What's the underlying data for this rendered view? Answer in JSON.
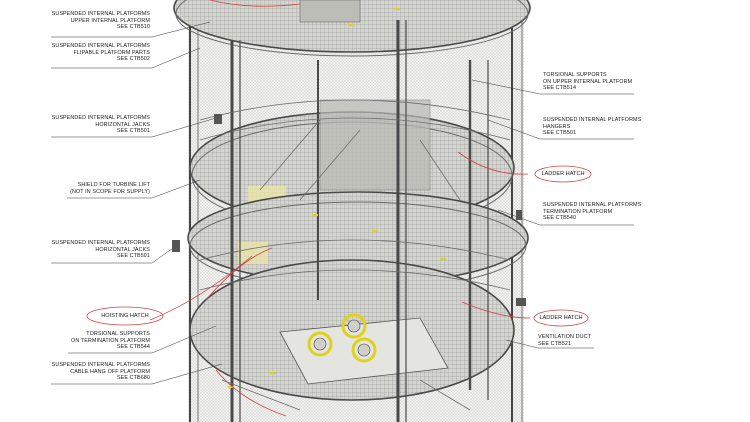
{
  "callouts": {
    "upper_platform": [
      "SUSPENDED INTERNAL PLATFORMS",
      "UPPER INTERNAL PLATFORM",
      "SEE CTB510"
    ],
    "flipable_parts": [
      "SUSPENDED INTERNAL PLATFORMS",
      "FLIPABLE PLATFORM PARTS",
      "SEE CTB502"
    ],
    "horizontal_jacks_1": [
      "SUSPENDED INTERNAL PLATFORMS",
      "HORIZONTAL JACKS",
      "SEE CTB501"
    ],
    "shield": [
      "SHIELD FOR TURBINE LIFT",
      "(NOT IN SCOPE FOR SUPPLY)"
    ],
    "horizontal_jacks_2": [
      "SUSPENDED INTERNAL PLATFORMS",
      "HORIZONTAL JACKS",
      "SEE CTB501"
    ],
    "hoisting_hatch": "HOISTING HATCH",
    "torsional_termination": [
      "TORSIONAL SUPPORTS",
      "ON TERMINATION PLATFORM",
      "SEE CTB544"
    ],
    "cable_hang_off": [
      "SUSPENDED INTERNAL PLATFORMS",
      "CABLE HANG OFF PLATFORM",
      "SEE CTB680"
    ],
    "torsional_upper": [
      "TORSIONAL SUPPORTS",
      "ON UPPER INTERNAL PLATFORM",
      "SEE CTB514"
    ],
    "hangers": [
      "SUSPENDED INTERNAL PLATFORMS",
      "HANGERS",
      "SEE CTB501"
    ],
    "ladder_hatch_1": "LADDER HATCH",
    "termination_platform": [
      "SUSPENDED INTERNAL PLATFORMS",
      "TERMINATION PLATFORM",
      "SEE CTB540"
    ],
    "ladder_hatch_2": "LADDER HATCH",
    "ventilation_duct": [
      "VENTILATION DUCT",
      "SEE CTB521"
    ]
  },
  "colors": {
    "steel": "#9a9a9a",
    "steel_dark": "#555555",
    "grating": "#c9c9c6",
    "highlight": "#e8e5a8",
    "annotation_red": "#d04040",
    "accent_yellow": "#e0d21a"
  }
}
